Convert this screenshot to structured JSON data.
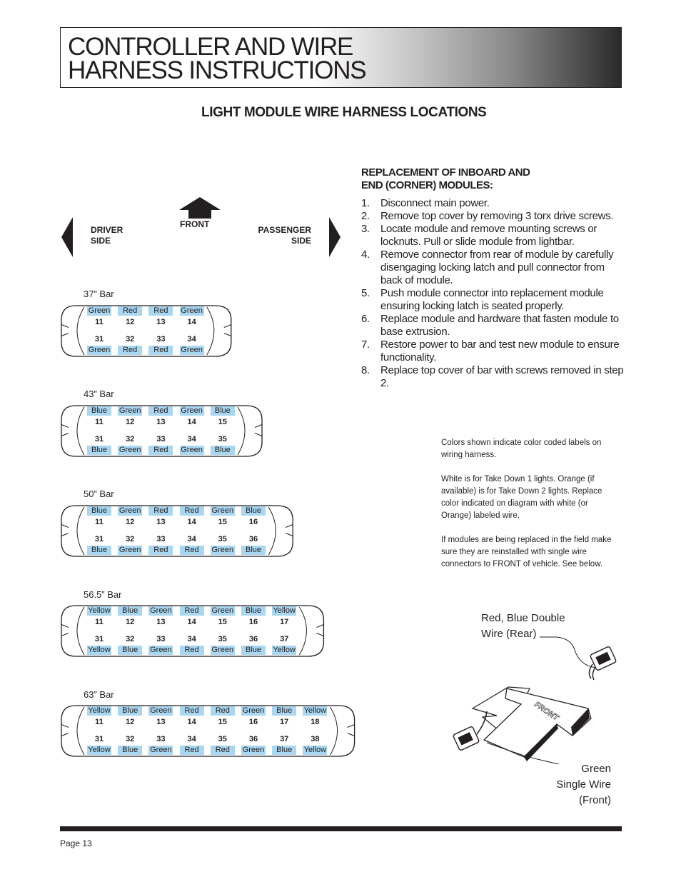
{
  "header": {
    "title": "CONTROLLER AND WIRE\nHARNESS INSTRUCTIONS"
  },
  "section_title": "LIGHT MODULE WIRE HARNESS LOCATIONS",
  "orientation": {
    "front": "FRONT",
    "driver": "DRIVER\nSIDE",
    "passenger": "PASSENGER\nSIDE"
  },
  "bars": [
    {
      "label": "37” Bar",
      "top": [
        "Green",
        "Red",
        "Red",
        "Green"
      ],
      "top_nums": [
        "11",
        "12",
        "13",
        "14"
      ],
      "bottom_nums": [
        "31",
        "32",
        "33",
        "34"
      ],
      "bottom": [
        "Green",
        "Red",
        "Red",
        "Green"
      ]
    },
    {
      "label": "43” Bar",
      "top": [
        "Blue",
        "Green",
        "Red",
        "Green",
        "Blue"
      ],
      "top_nums": [
        "11",
        "12",
        "13",
        "14",
        "15"
      ],
      "bottom_nums": [
        "31",
        "32",
        "33",
        "34",
        "35"
      ],
      "bottom": [
        "Blue",
        "Green",
        "Red",
        "Green",
        "Blue"
      ]
    },
    {
      "label": "50” Bar",
      "top": [
        "Blue",
        "Green",
        "Red",
        "Red",
        "Green",
        "Blue"
      ],
      "top_nums": [
        "11",
        "12",
        "13",
        "14",
        "15",
        "16"
      ],
      "bottom_nums": [
        "31",
        "32",
        "33",
        "34",
        "35",
        "36"
      ],
      "bottom": [
        "Blue",
        "Green",
        "Red",
        "Red",
        "Green",
        "Blue"
      ]
    },
    {
      "label": "56.5” Bar",
      "top": [
        "Yellow",
        "Blue",
        "Green",
        "Red",
        "Green",
        "Blue",
        "Yellow"
      ],
      "top_nums": [
        "11",
        "12",
        "13",
        "14",
        "15",
        "16",
        "17"
      ],
      "bottom_nums": [
        "31",
        "32",
        "33",
        "34",
        "35",
        "36",
        "37"
      ],
      "bottom": [
        "Yellow",
        "Blue",
        "Green",
        "Red",
        "Green",
        "Blue",
        "Yellow"
      ]
    },
    {
      "label": "63” Bar",
      "top": [
        "Yellow",
        "Blue",
        "Green",
        "Red",
        "Red",
        "Green",
        "Blue",
        "Yellow"
      ],
      "top_nums": [
        "11",
        "12",
        "13",
        "14",
        "15",
        "16",
        "17",
        "18"
      ],
      "bottom_nums": [
        "31",
        "32",
        "33",
        "34",
        "35",
        "36",
        "37",
        "38"
      ],
      "bottom": [
        "Yellow",
        "Blue",
        "Green",
        "Red",
        "Red",
        "Green",
        "Blue",
        "Yellow"
      ]
    }
  ],
  "instructions": {
    "title": "REPLACEMENT OF INBOARD AND\nEND (CORNER) MODULES:",
    "steps": [
      {
        "num": "1.",
        "text": "Disconnect main power."
      },
      {
        "num": "2.",
        "text": "Remove top cover by removing 3 torx drive screws."
      },
      {
        "num": "3.",
        "text": "Locate module and remove mounting screws or locknuts. Pull or slide module from lightbar."
      },
      {
        "num": "4.",
        "text": "Remove connector from rear of module by carefully disengaging locking latch and pull connector from back of module."
      },
      {
        "num": "5.",
        "text": "Push module connector into replacement module ensuring locking latch is seated properly."
      },
      {
        "num": "6.",
        "text": "Replace module and hardware that fasten module to base extrusion."
      },
      {
        "num": "7.",
        "text": "Restore power to bar and test new module to ensure functionality."
      },
      {
        "num": "8.",
        "text": "Replace top cover of bar with screws removed in step 2."
      }
    ]
  },
  "notes": [
    "Colors shown indicate color coded labels on wiring harness.",
    "White is for Take Down 1 lights. Orange (if available) is for Take Down 2 lights. Replace color indicated on diagram with white (or Orange) labeled wire.",
    "If modules are being replaced in the field make sure they are reinstalled with single wire connectors to FRONT of vehicle. See below."
  ],
  "module_diagram": {
    "rear_label": "Red, Blue Double\nWire (Rear)",
    "front_label": "Green\nSingle Wire\n(Front)",
    "arrow_text": "FRONT"
  },
  "footer": {
    "page": "Page 13"
  },
  "colors": {
    "label_fill": "#a9d6f0",
    "ink": "#231f20"
  }
}
